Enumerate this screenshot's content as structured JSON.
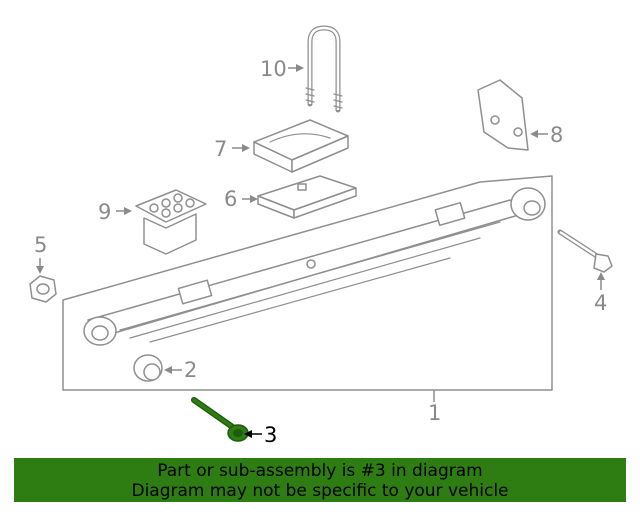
{
  "callouts": {
    "c1": "1",
    "c2": "2",
    "c3": "3",
    "c4": "4",
    "c5": "5",
    "c6": "6",
    "c7": "7",
    "c8": "8",
    "c9": "9",
    "c10": "10"
  },
  "highlight": {
    "part": "3",
    "color": "#2e7d12"
  },
  "banner": {
    "line1": "Part or sub-assembly is #3 in diagram",
    "line2": "Diagram may not be specific to your vehicle",
    "background": "#2e7d12"
  }
}
